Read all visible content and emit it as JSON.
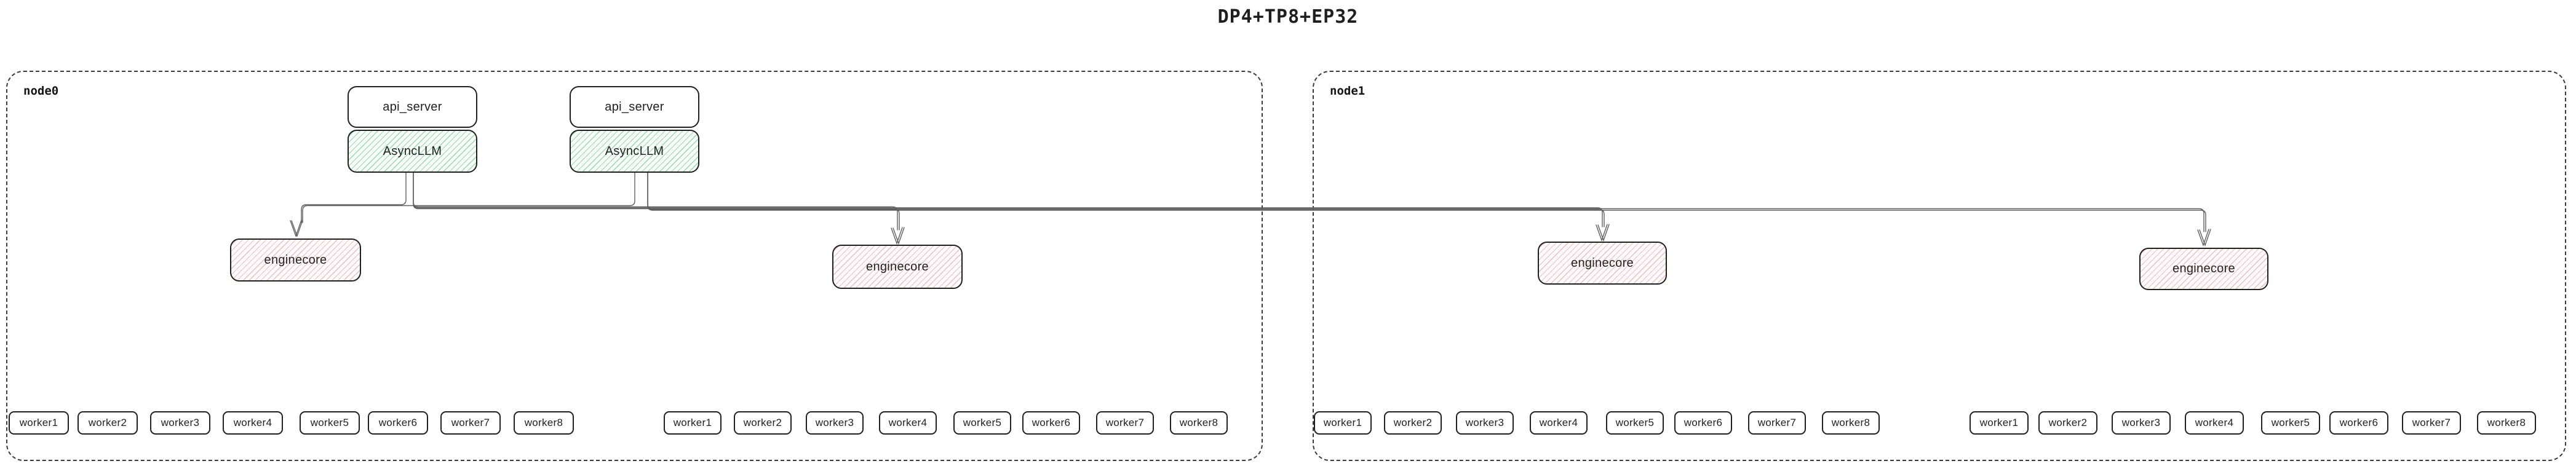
{
  "title": "DP4+TP8+EP32",
  "colors": {
    "async_hatch": "#8be0a4",
    "engine_hatch": "#f2bcbc",
    "box_border": "#1f1f1f",
    "node_border": "#3a3a3a",
    "connector": "#5f5f5f",
    "text": "#222222"
  },
  "nodes": [
    {
      "label": "node0",
      "stacks": [
        {
          "api_server": "api_server",
          "async_llm": "AsyncLLM"
        },
        {
          "api_server": "api_server",
          "async_llm": "AsyncLLM"
        }
      ],
      "enginecores": [
        "enginecore",
        "enginecore"
      ],
      "worker_groups": [
        [
          "worker1",
          "worker2",
          "worker3",
          "worker4",
          "worker5",
          "worker6",
          "worker7",
          "worker8"
        ],
        [
          "worker1",
          "worker2",
          "worker3",
          "worker4",
          "worker5",
          "worker6",
          "worker7",
          "worker8"
        ]
      ]
    },
    {
      "label": "node1",
      "stacks": [],
      "enginecores": [
        "enginecore",
        "enginecore"
      ],
      "worker_groups": [
        [
          "worker1",
          "worker2",
          "worker3",
          "worker4",
          "worker5",
          "worker6",
          "worker7",
          "worker8"
        ],
        [
          "worker1",
          "worker2",
          "worker3",
          "worker4",
          "worker5",
          "worker6",
          "worker7",
          "worker8"
        ]
      ]
    }
  ]
}
